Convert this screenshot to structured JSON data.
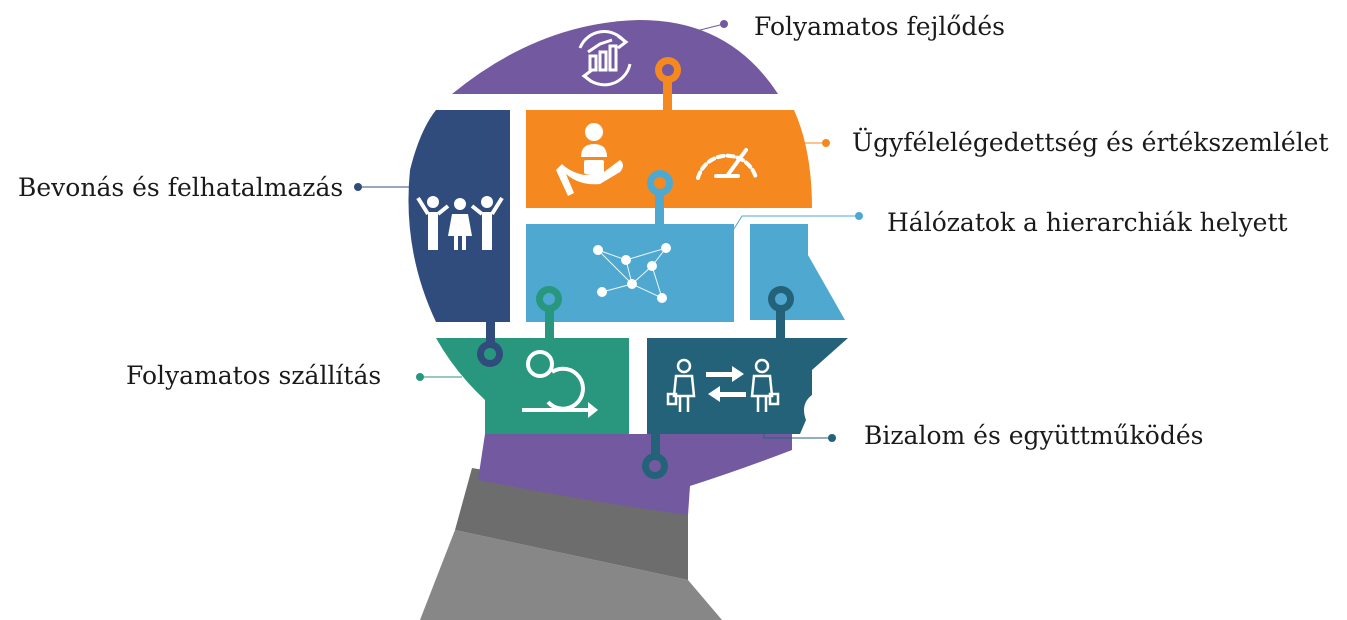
{
  "labels": {
    "continuous_improvement": "Folyamatos fejlődés",
    "customer_satisfaction": "Ügyfélelégedettség és értékszemlélet",
    "engagement_empowerment": "Bevonás és felhatalmazás",
    "networks_over_hierarchies": "Hálózatok a hierarchiák helyett",
    "continuous_delivery": "Folyamatos szállítás",
    "trust_collaboration": "Bizalom és együttműködés"
  },
  "colors": {
    "purple": "#7359a0",
    "orange": "#f5891f",
    "navy": "#304c7c",
    "lightblue": "#4ea8d0",
    "green": "#28977d",
    "teal": "#236279",
    "gray_dark": "#6d6d6d",
    "gray_light": "#878787"
  },
  "icons": {
    "top": "cycle-growth-chart-icon",
    "orange_left": "hand-holding-person-icon",
    "orange_right": "speedometer-gauge-icon",
    "navy": "group-people-icon",
    "lightblue": "network-nodes-icon",
    "green": "continuous-loop-arrow-icon",
    "teal": "exchange-people-icon"
  }
}
